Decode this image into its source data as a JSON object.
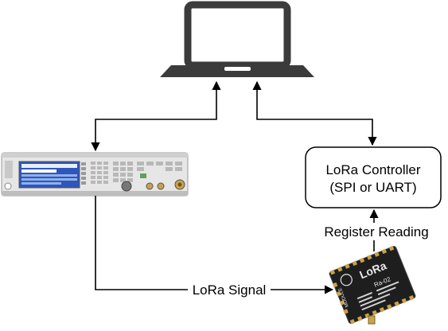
{
  "nodes": {
    "laptop": {},
    "signal_generator": {},
    "controller": {
      "line1": "LoRa Controller",
      "line2": "(SPI or UART)"
    },
    "lora_module": {
      "brand": "LoRa",
      "model": "Ra-02",
      "side_text": "MODULE"
    }
  },
  "edges": {
    "lora_signal": "LoRa Signal",
    "register_reading": "Register Reading"
  },
  "colors": {
    "laptop": "#3b3b3b",
    "instrument_body": "#e6e6e6",
    "instrument_screen": "#2f56b8",
    "module_body": "#1e1e1e",
    "module_gold": "#c9a24a",
    "line": "#000000"
  }
}
